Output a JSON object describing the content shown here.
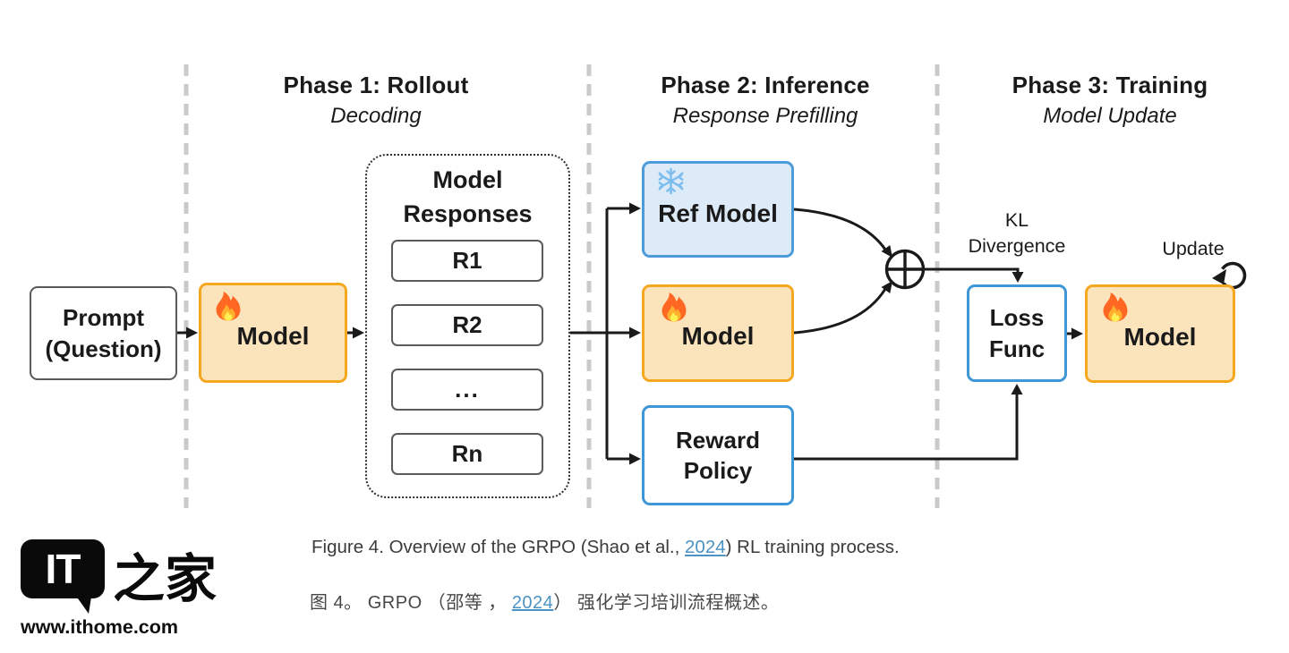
{
  "phases": [
    {
      "title": "Phase 1: Rollout",
      "subtitle": "Decoding"
    },
    {
      "title": "Phase 2: Inference",
      "subtitle": "Response Prefilling"
    },
    {
      "title": "Phase 3: Training",
      "subtitle": "Model Update"
    }
  ],
  "nodes": {
    "prompt": {
      "line1": "Prompt",
      "line2": "(Question)"
    },
    "rollout_model": {
      "label": "Model",
      "icon": "fire-icon"
    },
    "responses": {
      "title_line1": "Model",
      "title_line2": "Responses",
      "items": [
        "R1",
        "R2",
        "...",
        "Rn"
      ]
    },
    "ref_model": {
      "label": "Ref Model",
      "icon": "snowflake-icon"
    },
    "inference_model": {
      "label": "Model",
      "icon": "fire-icon"
    },
    "reward_policy": {
      "line1": "Reward",
      "line2": "Policy"
    },
    "loss_func": {
      "line1": "Loss",
      "line2": "Func"
    },
    "training_model": {
      "label": "Model",
      "icon": "fire-icon"
    }
  },
  "labels": {
    "kl_line1": "KL",
    "kl_line2": "Divergence",
    "update": "Update",
    "merge_icon": "plus-circle-icon",
    "update_icon": "update-loop-icon"
  },
  "captions": {
    "english": {
      "prefix": "Figure 4. Overview of the GRPO (Shao et al., ",
      "link": "2024",
      "suffix": ") RL training process."
    },
    "chinese": {
      "prefix": "图 4。  GRPO （邵等 ，  ",
      "link": "2024",
      "suffix": "）  强化学习培训流程概述。"
    }
  },
  "watermark": {
    "bubble_text": "IT",
    "brand_text": "之家",
    "url": "www.ithome.com"
  },
  "colors": {
    "trainable_fill": "#FBE3BC",
    "trainable_border": "#F5A81F",
    "frozen_fill": "#DDEAF7",
    "frozen_border": "#4D9BD9",
    "outline_blue": "#3D96D5",
    "outline_gray": "#595A5C",
    "separator_gray": "#C9CACB",
    "arrow_black": "#1a1a1a",
    "link_blue": "#4C93C4"
  }
}
